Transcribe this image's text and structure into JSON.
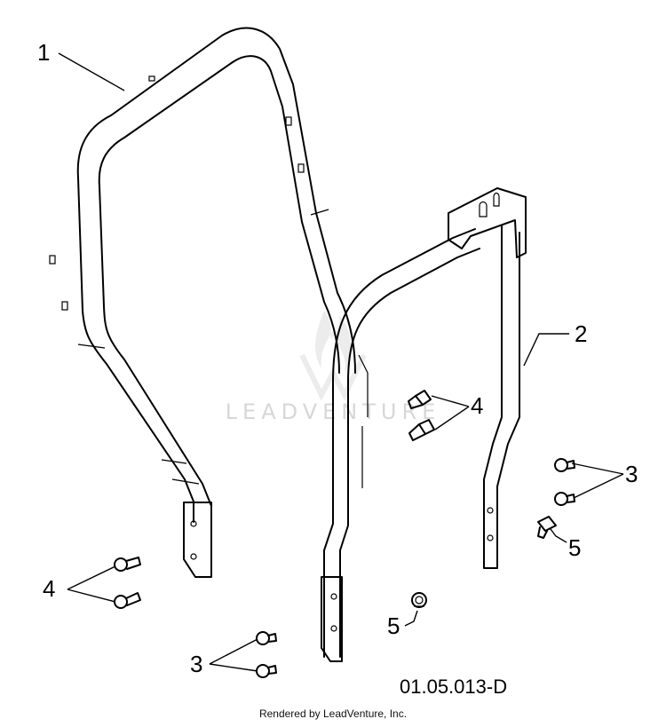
{
  "diagram": {
    "drawing_code": "01.05.013-D",
    "footer": "Rendered by LeadVenture, Inc.",
    "watermark": "LEADVENTURE",
    "callouts": {
      "c1": "1",
      "c2": "2",
      "c3a": "3",
      "c3b": "3",
      "c4a": "4",
      "c4b": "4",
      "c5a": "5",
      "c5b": "5"
    }
  }
}
